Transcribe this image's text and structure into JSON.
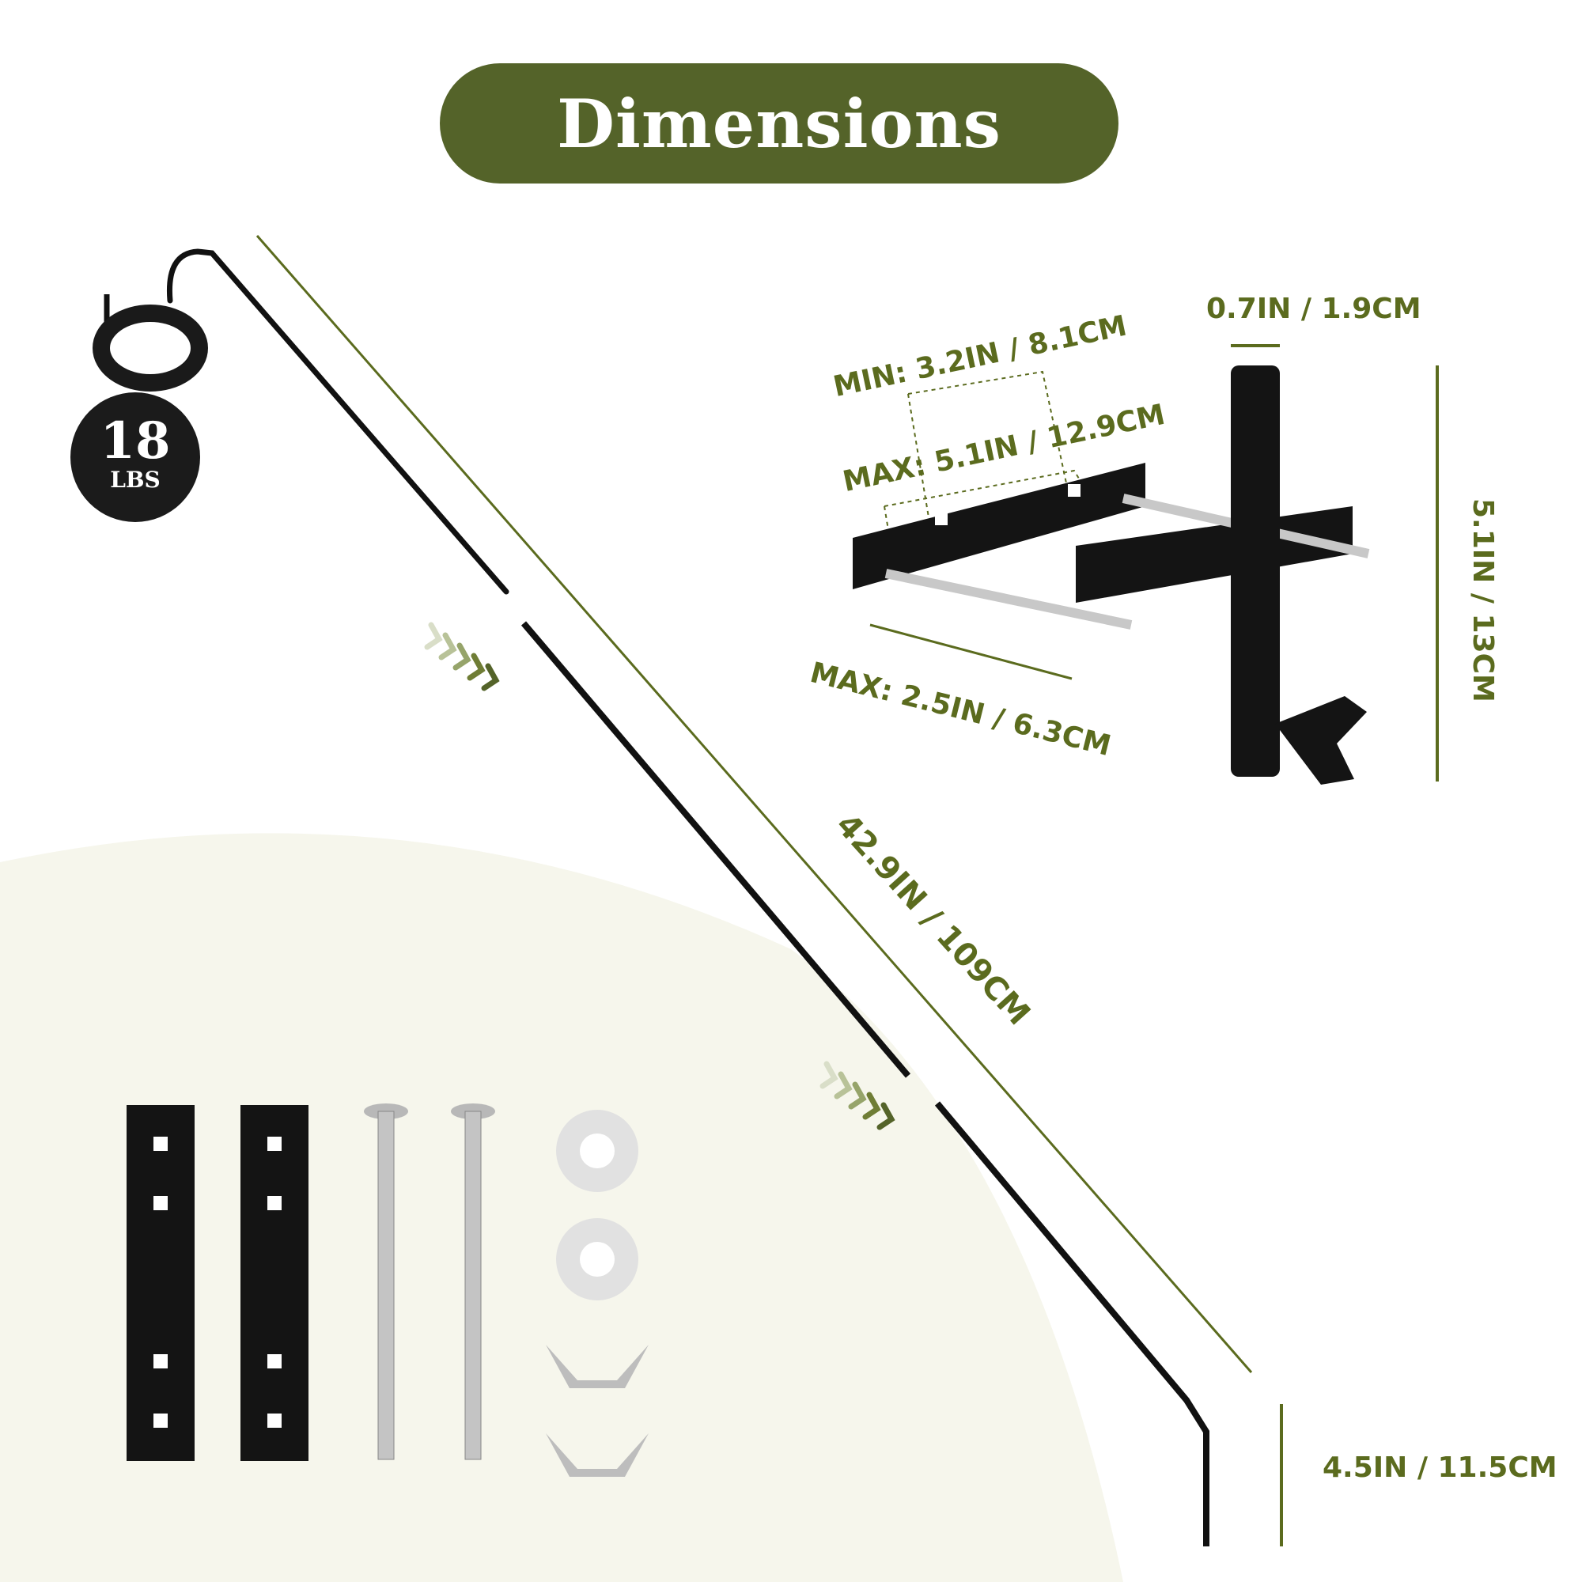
{
  "header": {
    "title": "Dimensions"
  },
  "weight": {
    "value": "18",
    "unit": "LBS"
  },
  "dimensions": {
    "pole_length": "42.9IN / 109CM",
    "hook_height": "4.5IN / 11.5CM",
    "tube_diameter": "0.7IN / 1.9CM",
    "bracket_height": "5.1IN / 13CM",
    "clamp_min": "MIN: 3.2IN / 8.1CM",
    "clamp_max": "MAX: 5.1IN / 12.9CM",
    "plate_max": "MAX: 2.5IN / 6.3CM"
  },
  "colors": {
    "accent": "#546329",
    "label": "#5b6b1e",
    "background_blob": "#f6f6ec",
    "hardware_black": "#141414"
  },
  "icons": [
    "kettlebell-icon",
    "chevron-arrows-icon",
    "mounting-plate",
    "carriage-bolt",
    "washer",
    "wing-nut",
    "mounting-bracket"
  ]
}
